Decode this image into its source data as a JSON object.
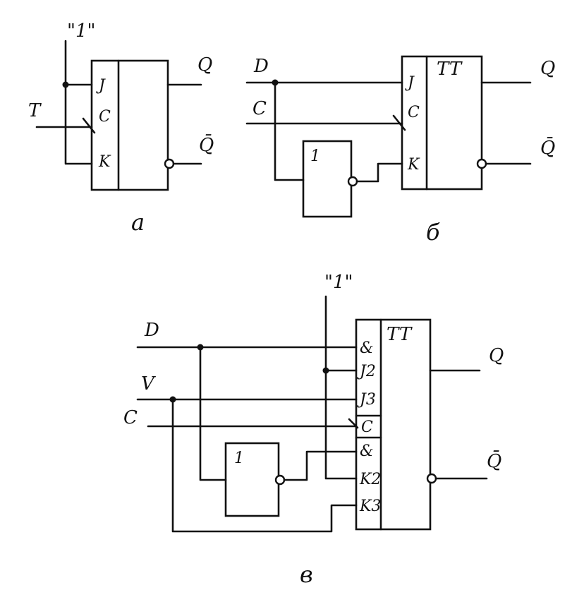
{
  "a": {
    "const_one": "\"1\"",
    "input_t": "T",
    "pins": [
      "J",
      "C",
      "K"
    ],
    "out_q": "Q",
    "out_q_bar": "Q̄",
    "caption": "а"
  },
  "b": {
    "input_d": "D",
    "input_c": "C",
    "inverter_label": "1",
    "pins": [
      "J",
      "C",
      "K"
    ],
    "type_label": "TT",
    "out_q": "Q",
    "out_q_bar": "Q̄",
    "caption": "б"
  },
  "c": {
    "const_one": "\"1\"",
    "input_d": "D",
    "input_v": "V",
    "input_c": "C",
    "inverter_label": "1",
    "pins": [
      "&",
      "J2",
      "J3",
      "C",
      "&",
      "K2",
      "K3"
    ],
    "type_label": "TT",
    "out_q": "Q",
    "out_q_bar": "Q̄",
    "caption": "в"
  }
}
